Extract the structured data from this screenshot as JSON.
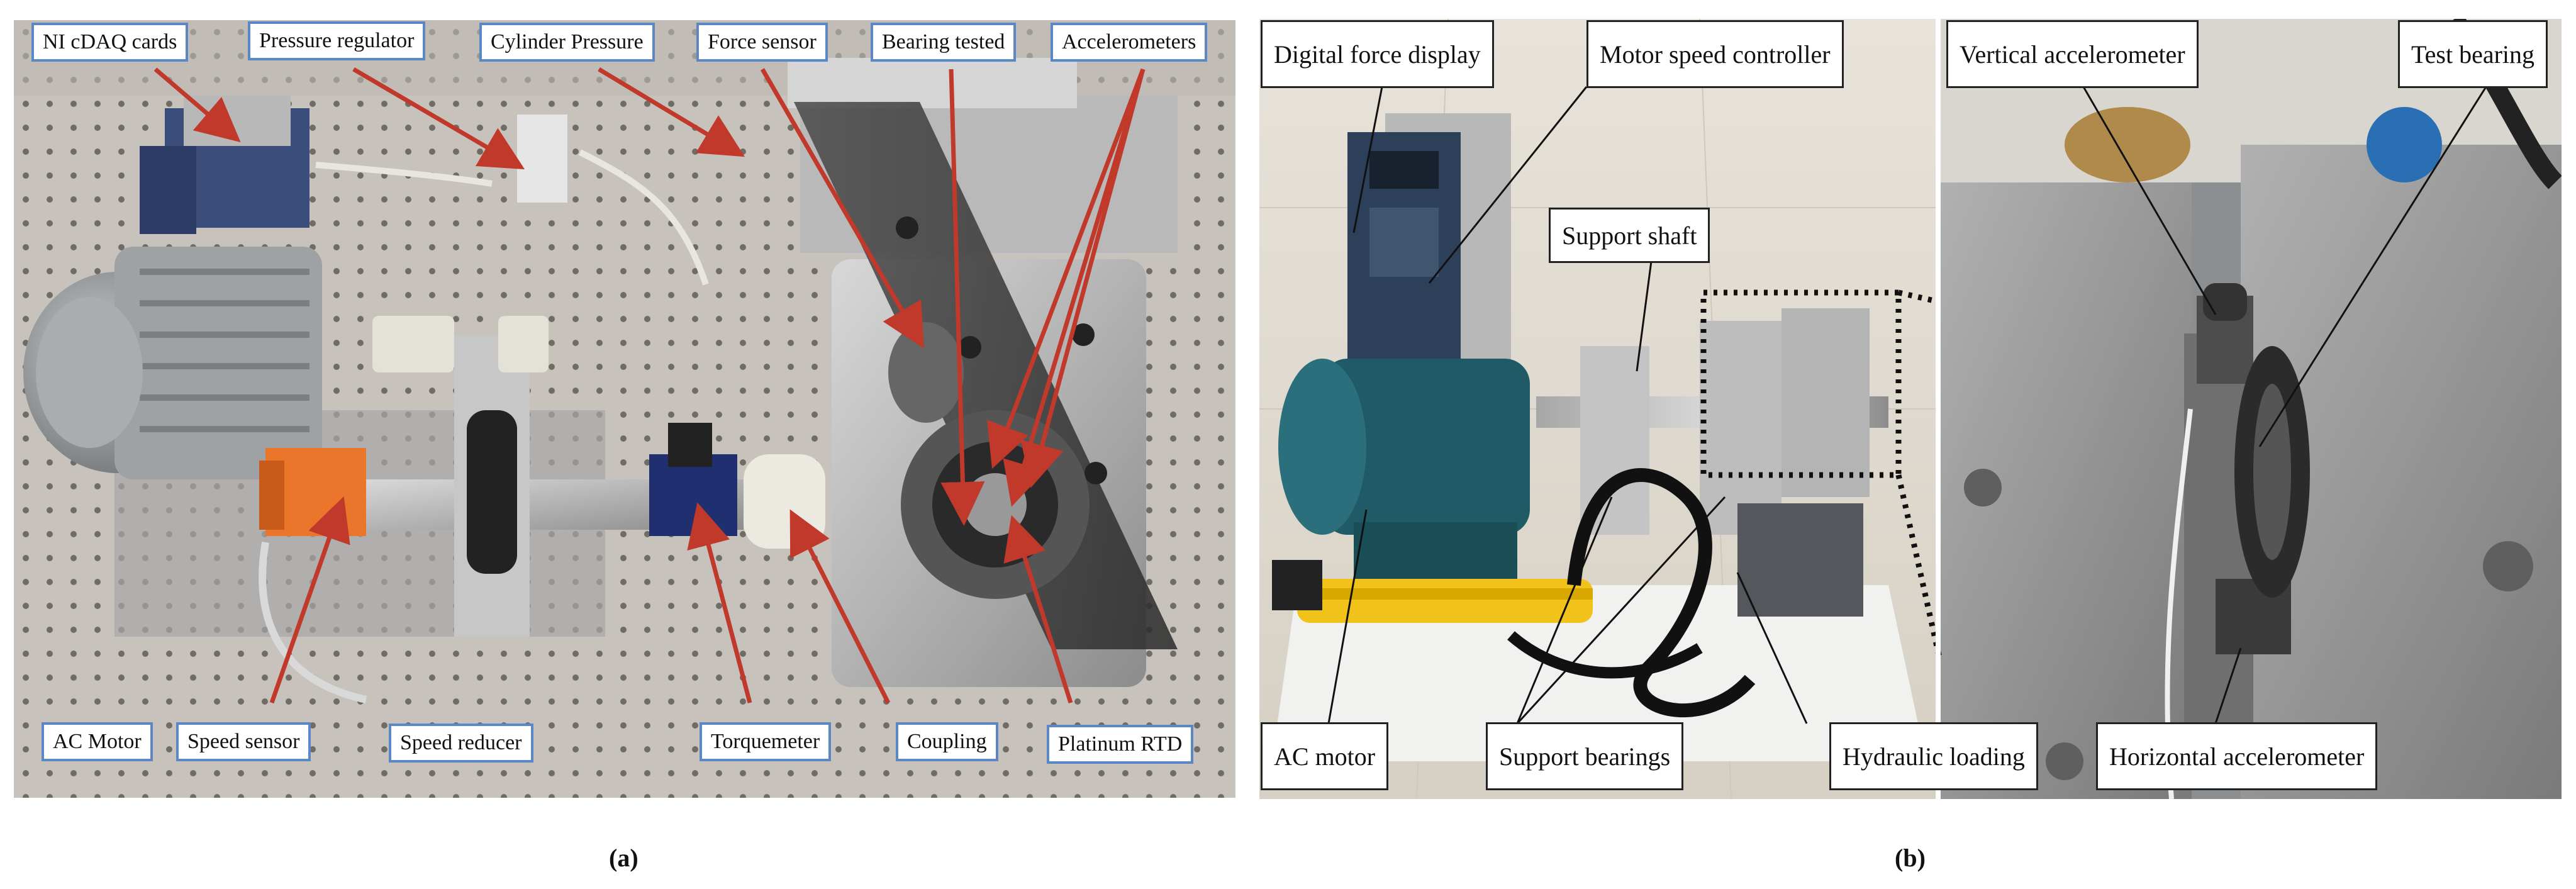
{
  "figure": {
    "panel_a": {
      "caption": "(a)",
      "labels": {
        "ni_cdaq": "NI cDAQ cards",
        "pressure_regulator": "Pressure regulator",
        "cylinder_pressure": "Cylinder Pressure",
        "force_sensor": "Force sensor",
        "bearing_tested": "Bearing tested",
        "accelerometers": "Accelerometers",
        "ac_motor": "AC Motor",
        "speed_sensor": "Speed sensor",
        "speed_reducer": "Speed reducer",
        "torquemeter": "Torquemeter",
        "coupling": "Coupling",
        "platinum_rtd": "Platinum RTD"
      }
    },
    "panel_b": {
      "caption": "(b)",
      "labels": {
        "digital_force_display": "Digital force display",
        "motor_speed_controller": "Motor speed controller",
        "support_shaft": "Support shaft",
        "ac_motor": "AC motor",
        "support_bearings": "Support bearings",
        "hydraulic_loading": "Hydraulic loading",
        "vertical_accelerometer": "Vertical accelerometer",
        "test_bearing": "Test bearing",
        "horizontal_accelerometer": "Horizontal accelerometer"
      }
    },
    "colors": {
      "panel_a_border": "#5b87c5",
      "panel_a_arrow": "#c0392b",
      "panel_b_border": "#222222"
    }
  }
}
